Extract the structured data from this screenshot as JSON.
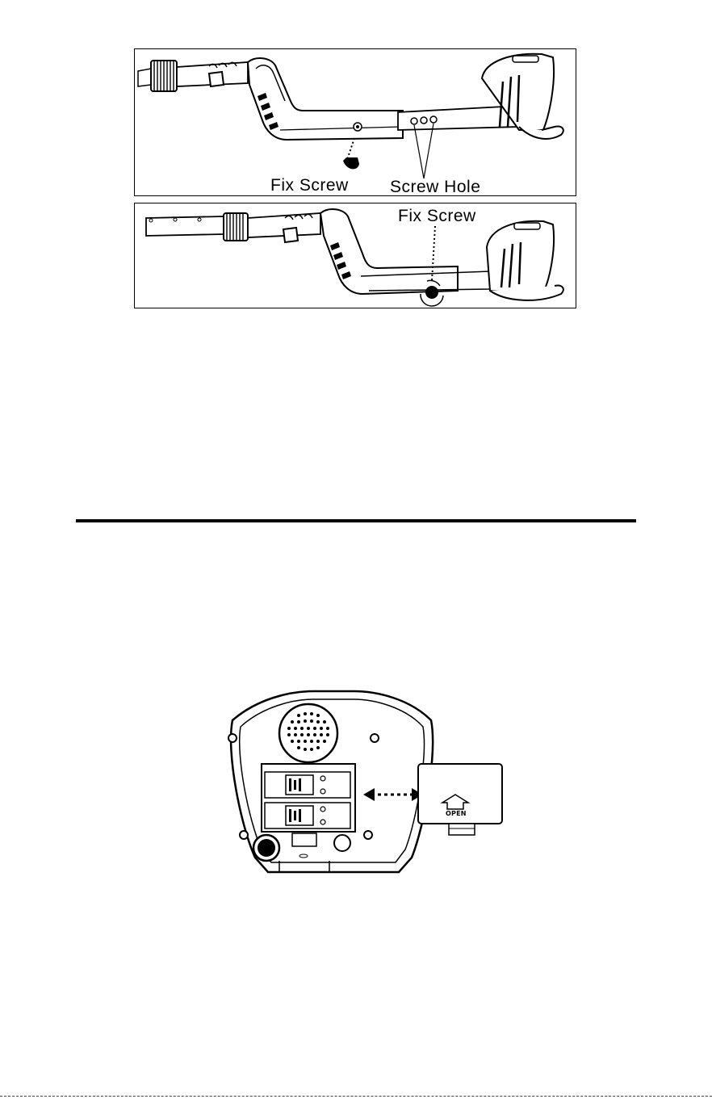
{
  "figure_top": {
    "panel_1": {
      "fix_screw_label": "Fix Screw",
      "screw_hole_label": "Screw Hole"
    },
    "panel_2": {
      "fix_screw_label": "Fix Screw"
    }
  },
  "figure_bottom": {
    "battery_door_label": "OPEN"
  }
}
